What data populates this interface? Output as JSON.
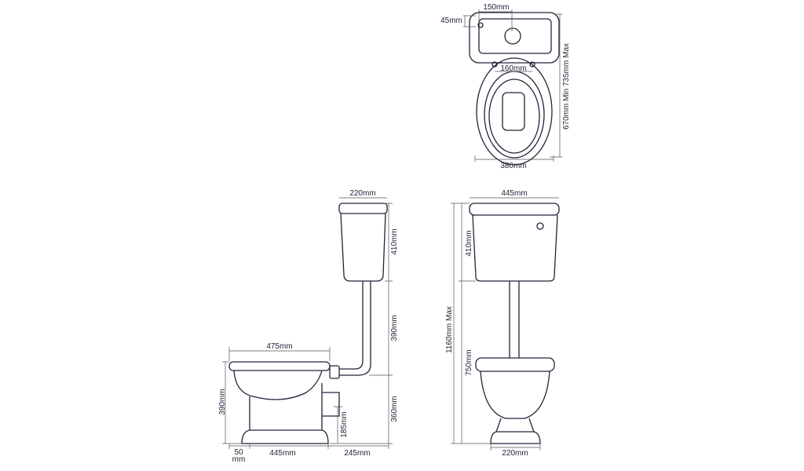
{
  "colors": {
    "line": "#23233a",
    "dimension": "#555555",
    "background": "#ffffff"
  },
  "top_view": {
    "tank_width": "150mm",
    "lever_offset": "45mm",
    "seat_fixings": "160mm",
    "bowl_width": "380mm",
    "projection": "670mm Min  735mm Max"
  },
  "side_view": {
    "cistern_depth": "220mm",
    "bowl_length": "475mm",
    "cistern_height": "410mm",
    "pipe_height": "390mm",
    "pan_height_right": "360mm",
    "pan_height_left": "390mm",
    "outlet_height": "185mm",
    "gap": "50",
    "gap_unit": "mm",
    "base_length": "445mm",
    "outlet_projection": "245mm"
  },
  "front_view": {
    "cistern_width": "445mm",
    "cistern_height": "410mm",
    "flush_height": "750mm",
    "overall_height": "1160mm Max",
    "pedestal_width": "220mm"
  }
}
